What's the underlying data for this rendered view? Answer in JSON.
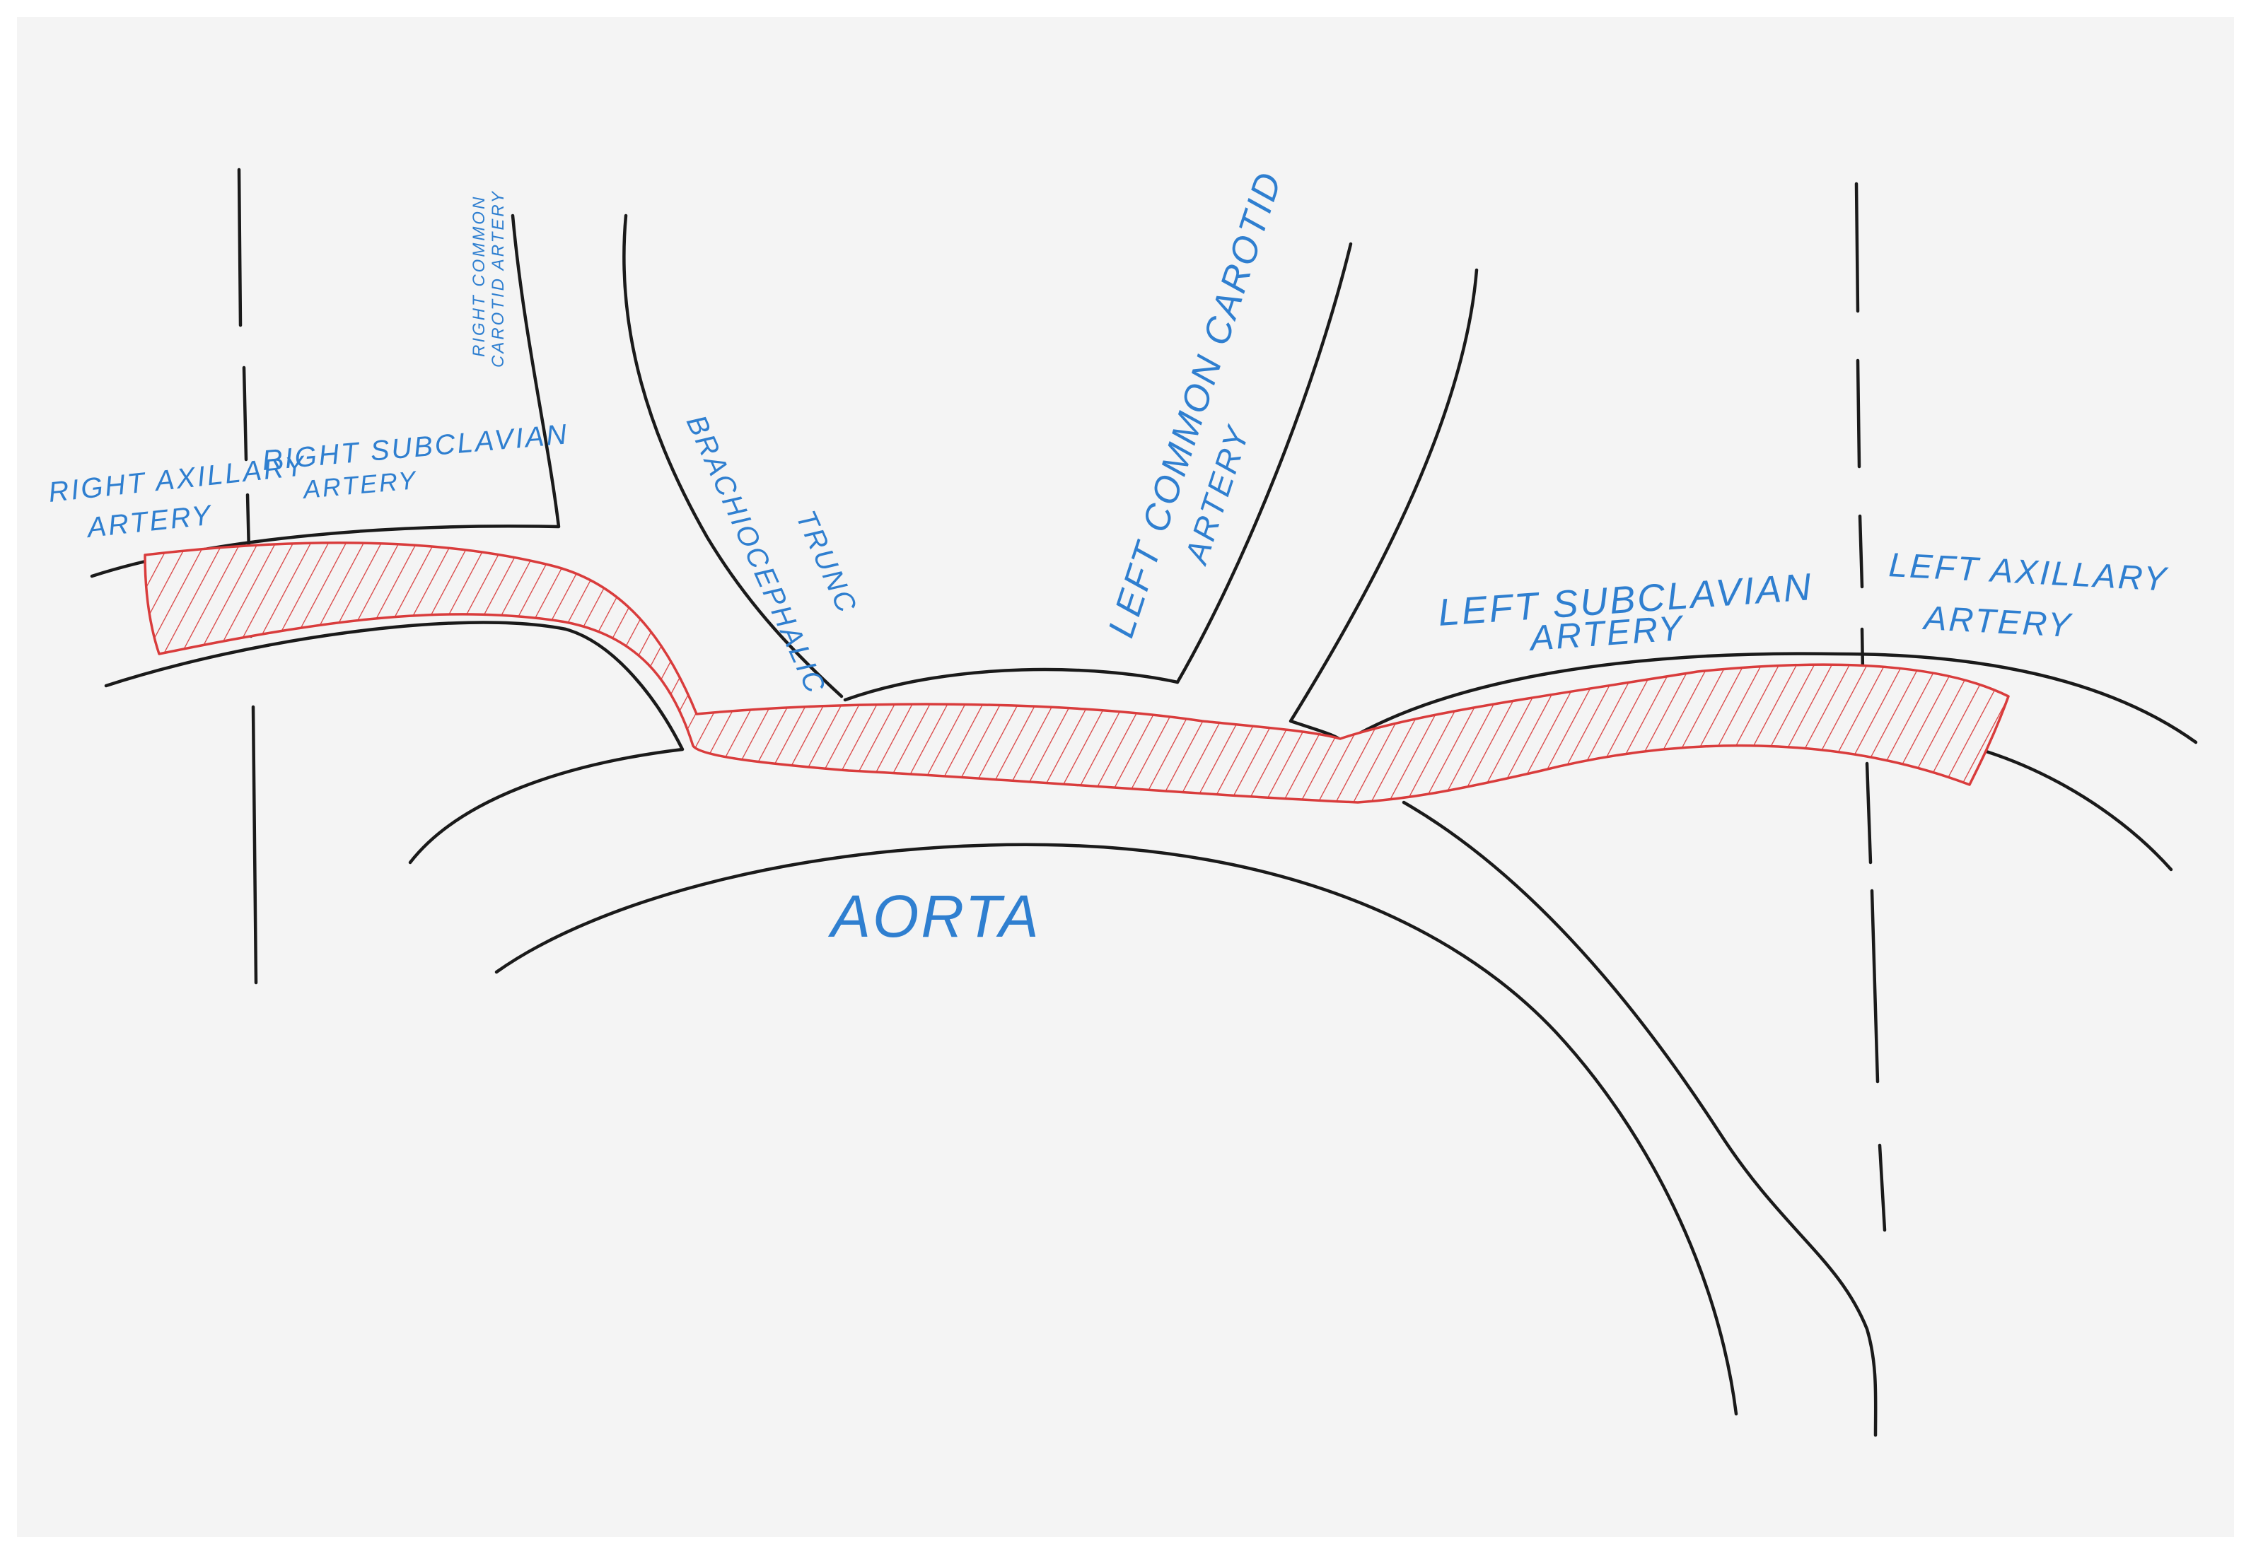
{
  "labels": {
    "right_axillary_line1": "RIGHT AXILLARY",
    "right_axillary_line2": "ARTERY",
    "right_subclavian_line1": "RIGHT SUBCLAVIAN",
    "right_subclavian_line2": "ARTERY",
    "right_common_carotid_line1": "RIGHT COMMON",
    "right_common_carotid_line2": "CAROTID ARTERY",
    "brachiocephalic_line1": "BRACHIOCEPHALIC",
    "brachiocephalic_line2": "TRUNC",
    "left_common_carotid_line1": "LEFT COMMON CAROTID",
    "left_common_carotid_line2": "ARTERY",
    "left_subclavian_line1": "LEFT SUBCLAVIAN",
    "left_subclavian_line2": "ARTERY",
    "left_axillary_line1": "LEFT AXILLARY",
    "left_axillary_line2": "ARTERY",
    "aorta": "AORTA"
  },
  "colors": {
    "background": "#f4f4f4",
    "vessel_outline": "#1a1a1a",
    "graft": "#d93c3c",
    "label": "#2f7fd0"
  }
}
